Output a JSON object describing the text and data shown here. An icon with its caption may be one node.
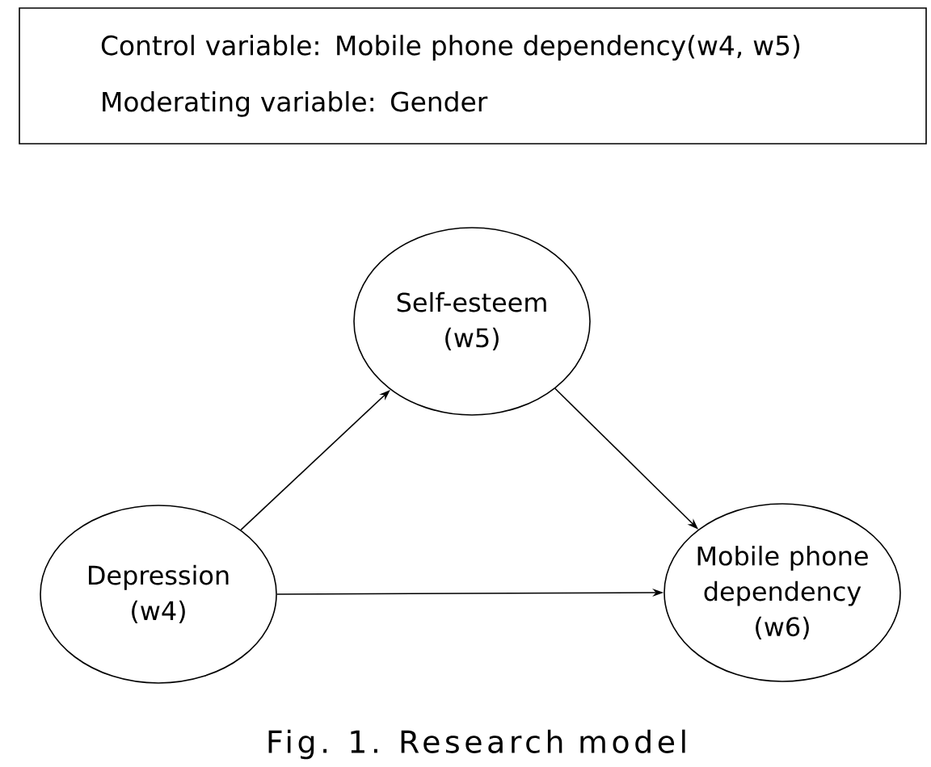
{
  "diagram": {
    "caption": "Fig. 1. Research model",
    "nodes": [
      {
        "text": [
          "Control variable: Mobile phone dependency(w4, w5)",
          "Moderating variable: Gender"
        ]
      },
      {
        "text": [
          "Self-esteem (w5)"
        ]
      },
      {
        "text": [
          "Depression (w4)"
        ]
      },
      {
        "text": [
          "Mobile phone dependency (w6)"
        ]
      }
    ],
    "edges": [
      {
        "from": 2,
        "to": 1,
        "arrow": "to"
      },
      {
        "from": 1,
        "to": 3,
        "arrow": "to"
      },
      {
        "from": 2,
        "to": 3,
        "arrow": "to"
      }
    ]
  }
}
